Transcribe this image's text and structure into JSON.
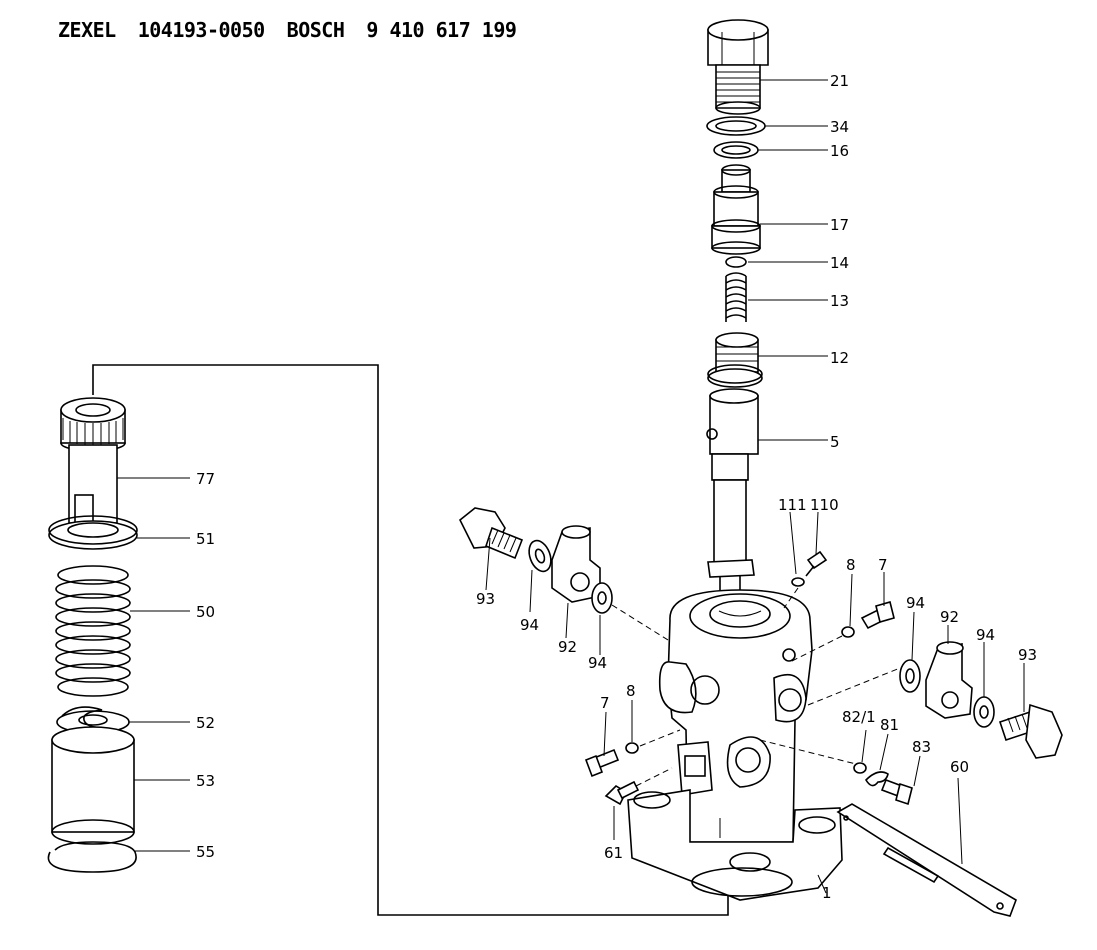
{
  "header": {
    "brand1": "ZEXEL",
    "part1": "104193-0050",
    "brand2": "BOSCH",
    "part2": "9 410 617 199"
  },
  "labels": {
    "l21": "21",
    "l34": "34",
    "l16": "16",
    "l17": "17",
    "l14": "14",
    "l13": "13",
    "l12": "12",
    "l5": "5",
    "l111": "111",
    "l110": "110",
    "l8a": "8",
    "l7a": "7",
    "l94a": "94",
    "l92a": "92",
    "l94b": "94",
    "l93a": "93",
    "l93b": "93",
    "l94c": "94",
    "l92b": "92",
    "l94d": "94",
    "l77": "77",
    "l51": "51",
    "l50": "50",
    "l52": "52",
    "l53": "53",
    "l55": "55",
    "l7b": "7",
    "l8b": "8",
    "l821": "82/1",
    "l81": "81",
    "l83": "83",
    "l60": "60",
    "l61": "61",
    "l1": "1"
  }
}
